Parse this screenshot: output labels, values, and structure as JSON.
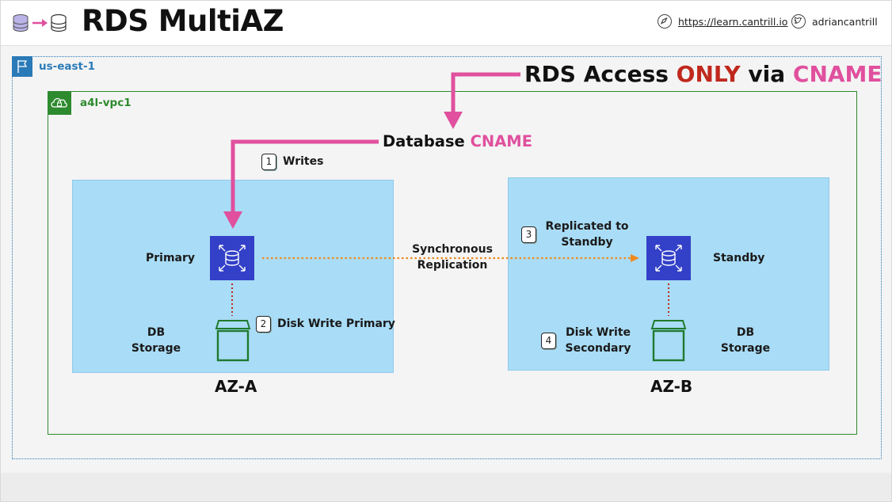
{
  "header": {
    "title": "RDS MultiAZ",
    "website": "https://learn.cantrill.io",
    "twitter": "adriancantrill"
  },
  "region": {
    "label": "us-east-1"
  },
  "vpc": {
    "label": "a4l-vpc1"
  },
  "access_note": {
    "prefix": "RDS Access ",
    "only": "ONLY",
    "middle": " via ",
    "cname": "CNAME"
  },
  "db_cname": {
    "prefix": "Database ",
    "cname": "CNAME"
  },
  "steps": [
    {
      "num": "1",
      "text": "Writes"
    },
    {
      "num": "2",
      "text": "Disk Write Primary"
    },
    {
      "num": "3",
      "text": "Replicated to\nStandby"
    },
    {
      "num": "4",
      "text": "Disk Write\nSecondary"
    }
  ],
  "az_a": {
    "label": "AZ-A",
    "instance_label": "Primary",
    "storage_label": "DB\nStorage"
  },
  "az_b": {
    "label": "AZ-B",
    "instance_label": "Standby",
    "storage_label": "DB\nStorage"
  },
  "replication": {
    "label": "Synchronous\nReplication"
  },
  "colors": {
    "pink": "#e0509e",
    "red": "#c0281e",
    "orange": "#f08a1c",
    "region_blue": "#2a7ab8",
    "vpc_green": "#2e8a2e",
    "az_fill": "#a9dcf6",
    "rds_blue": "#3340c8",
    "storage_green": "#1f7a2e"
  },
  "icons": {
    "header_left": [
      "database-icon",
      "arrow-right-icon",
      "database-icon"
    ],
    "website": "compass-icon",
    "twitter": "twitter-bird-icon",
    "region": "flag-icon",
    "vpc": "cloud-lock-icon",
    "instance": "rds-instance-icon",
    "storage": "storage-volume-icon"
  }
}
